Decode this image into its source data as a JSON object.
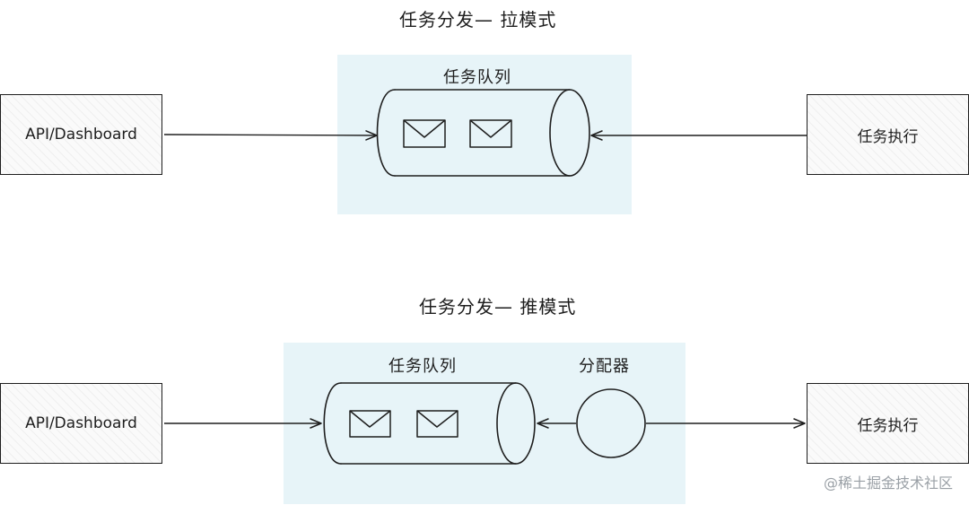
{
  "pull": {
    "title": "任务分发— 拉模式",
    "source": "API/Dashboard",
    "queue_label": "任务队列",
    "executor": "任务执行"
  },
  "push": {
    "title": "任务分发— 推模式",
    "source": "API/Dashboard",
    "queue_label": "任务队列",
    "dispatcher_label": "分配器",
    "executor": "任务执行"
  },
  "watermark": "@稀土掘金技术社区",
  "colors": {
    "region_bg": "#e7f4f8",
    "stroke": "#1e1e1e",
    "watermark": "#9aa0a6"
  },
  "icons": [
    "envelope-icon",
    "envelope-icon"
  ]
}
